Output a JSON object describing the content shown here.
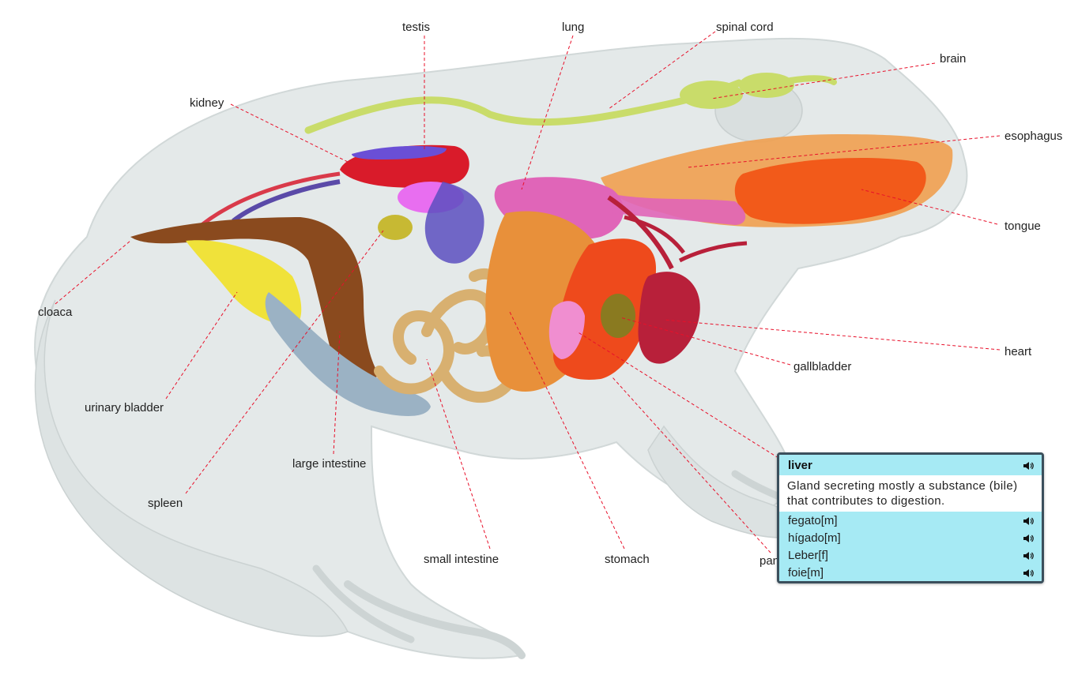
{
  "labels": {
    "testis": "testis",
    "lung": "lung",
    "spinal_cord": "spinal cord",
    "brain": "brain",
    "kidney": "kidney",
    "esophagus": "esophagus",
    "tongue": "tongue",
    "cloaca": "cloaca",
    "heart": "heart",
    "gallbladder": "gallbladder",
    "urinary_bladder": "urinary bladder",
    "large_intestine": "large intestine",
    "spleen": "spleen",
    "small_intestine": "small intestine",
    "stomach": "stomach",
    "pancreas_partial": "pan"
  },
  "card": {
    "title": "liver",
    "definition": "Gland secreting mostly a substance (bile) that contributes to digestion.",
    "translations": [
      {
        "term": "fegato[m]"
      },
      {
        "term": "hígado[m]"
      },
      {
        "term": "Leber[f]"
      },
      {
        "term": "foie[m]"
      }
    ],
    "header_color": "#a6eaf4",
    "border_color": "#3b4f5c",
    "speaker_icon": "speaker-icon"
  },
  "colors": {
    "leader": "#e8102a",
    "body": "#e3e8e8"
  }
}
